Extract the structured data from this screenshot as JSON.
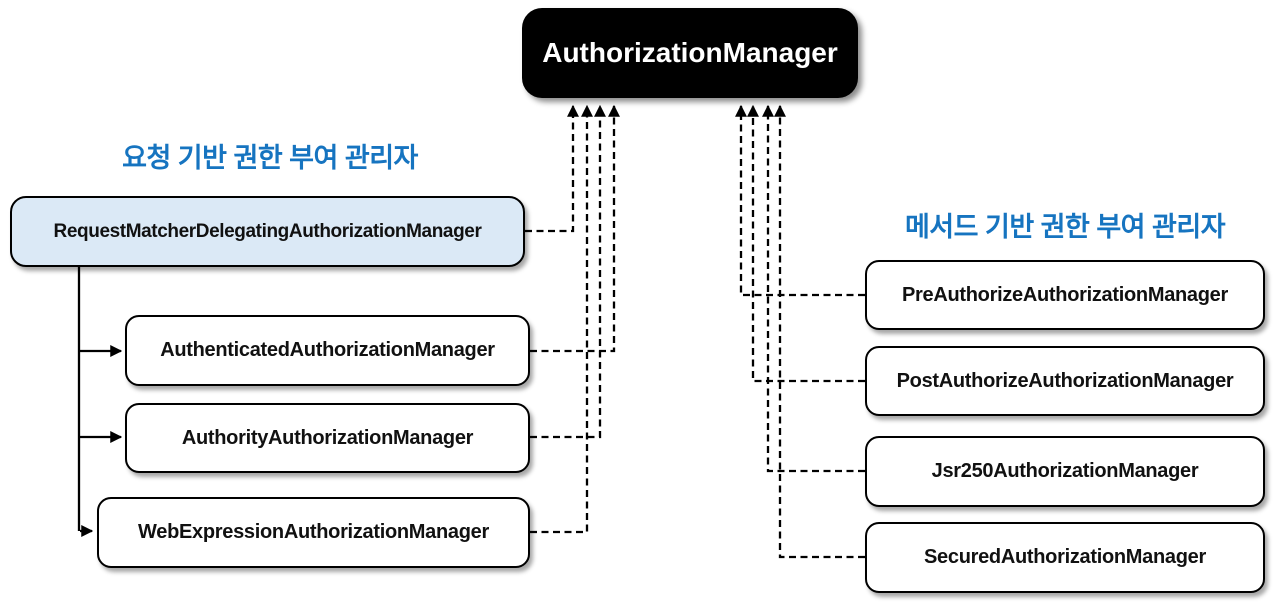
{
  "diagram": {
    "root": {
      "label": "AuthorizationManager"
    },
    "left_group": {
      "heading": "요청 기반 권한 부여 관리자",
      "parent": {
        "label": "RequestMatcherDelegatingAuthorizationManager"
      },
      "children": [
        {
          "label": "AuthenticatedAuthorizationManager"
        },
        {
          "label": "AuthorityAuthorizationManager"
        },
        {
          "label": "WebExpressionAuthorizationManager"
        }
      ]
    },
    "right_group": {
      "heading": "메서드 기반 권한 부여 관리자",
      "children": [
        {
          "label": "PreAuthorizeAuthorizationManager"
        },
        {
          "label": "PostAuthorizeAuthorizationManager"
        },
        {
          "label": "Jsr250AuthorizationManager"
        },
        {
          "label": "SecuredAuthorizationManager"
        }
      ]
    },
    "colors": {
      "heading_blue": "#1674c0",
      "root_background": "#000000",
      "root_text": "#ffffff",
      "parent_box_background": "#dbe9f6",
      "child_box_background": "#ffffff",
      "line_and_border": "#000000"
    }
  }
}
